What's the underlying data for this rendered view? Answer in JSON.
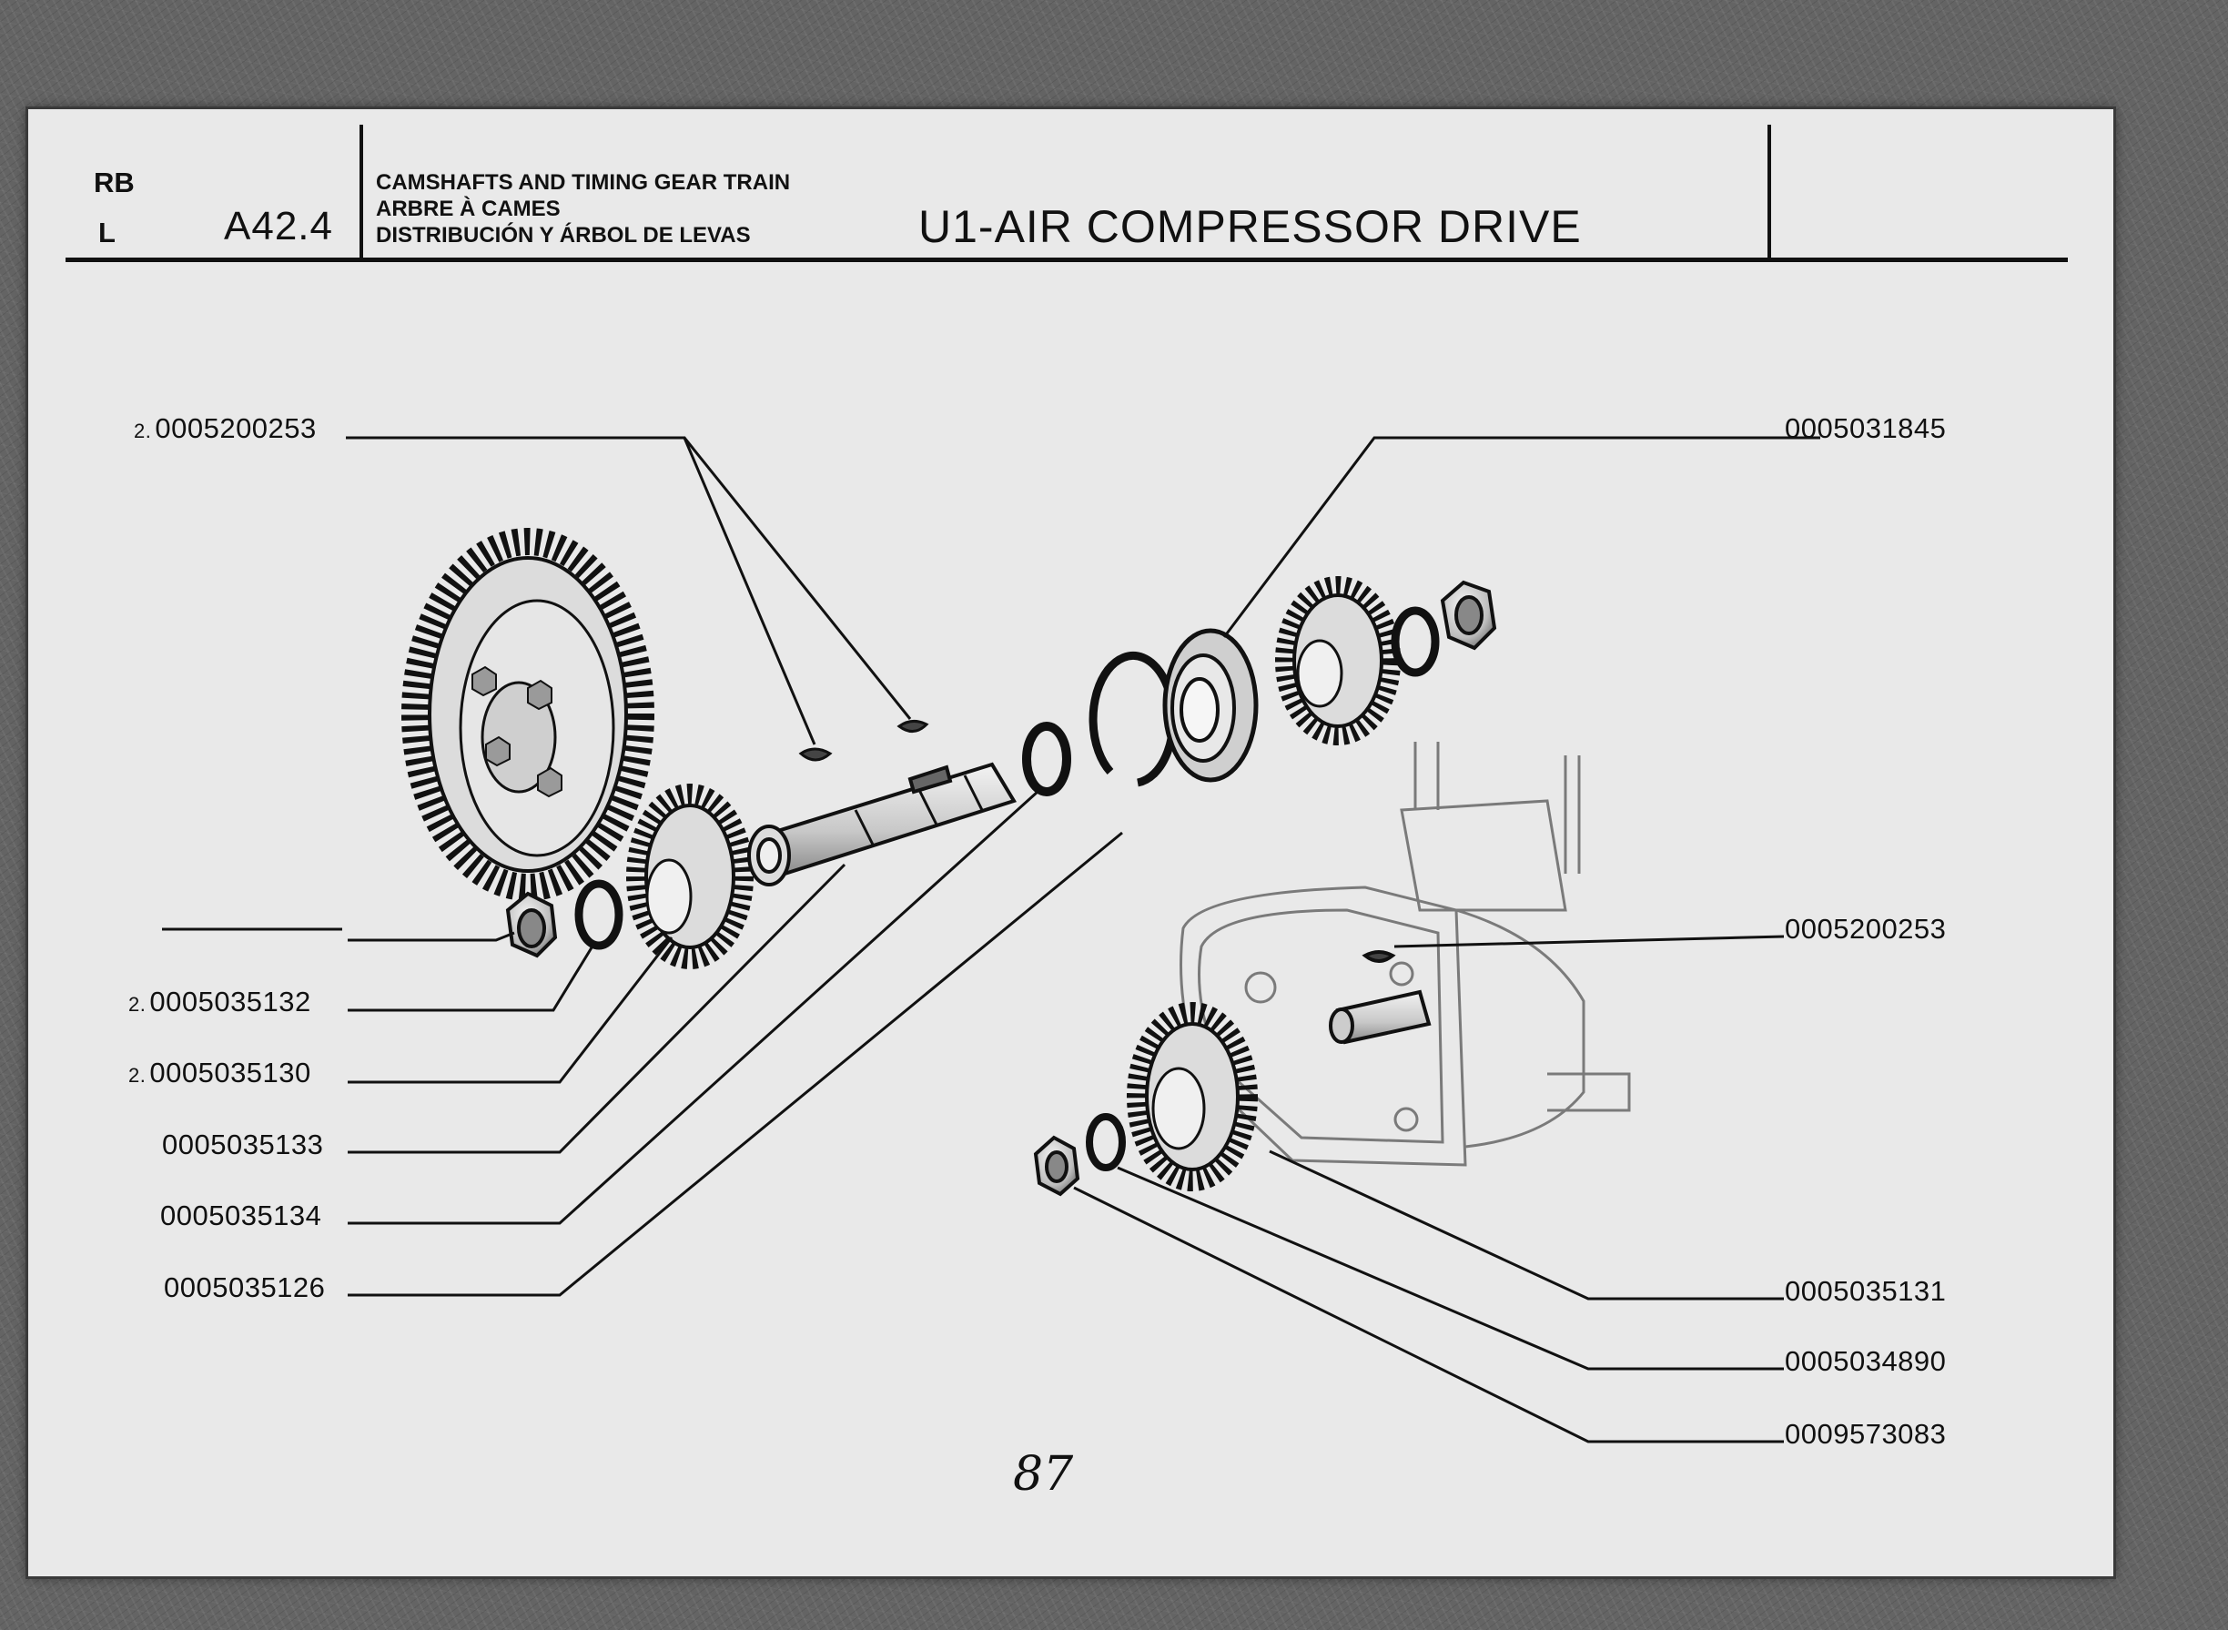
{
  "header": {
    "code_top": "RB",
    "code_bottom": "L",
    "section_number": "A42.4",
    "categories": [
      "CAMSHAFTS AND TIMING GEAR TRAIN",
      "ARBRE À CAMES",
      "DISTRIBUCIÓN Y ÁRBOL DE LEVAS"
    ],
    "title": "U1-AIR COMPRESSOR DRIVE"
  },
  "callouts_left": [
    {
      "qty": "2.",
      "part": "0005200253"
    },
    {
      "qty": "",
      "part": ""
    },
    {
      "qty": "2.",
      "part": "0005035132"
    },
    {
      "qty": "2.",
      "part": "0005035130"
    },
    {
      "qty": "",
      "part": "0005035133"
    },
    {
      "qty": "",
      "part": "0005035134"
    },
    {
      "qty": "",
      "part": "0005035126"
    }
  ],
  "callouts_right": [
    {
      "part": "0005031845"
    },
    {
      "part": "0005200253"
    },
    {
      "part": "0005035131"
    },
    {
      "part": "0005034890"
    },
    {
      "part": "0009573083"
    }
  ],
  "page_number": "87"
}
